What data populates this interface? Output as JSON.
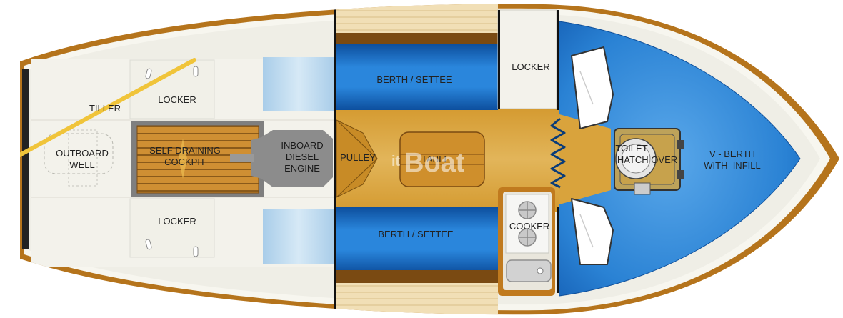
{
  "labels": {
    "tiller": "TILLER",
    "locker_port_aft": "LOCKER",
    "locker_stbd_aft": "LOCKER",
    "locker_forward": "LOCKER",
    "outboard_well": [
      "OUTBOARD",
      "WELL"
    ],
    "cockpit": [
      "SELF DRAINING",
      "COCKPIT"
    ],
    "engine": [
      "INBOARD",
      "DIESEL",
      "ENGINE"
    ],
    "berth_top": "BERTH / SETTEE",
    "berth_bottom": "BERTH / SETTEE",
    "pulley": "PULLEY",
    "table": "TABLE",
    "cooker": "COOKER",
    "toilet": [
      "TOILET",
      "HATCH OVER"
    ],
    "vberth": [
      "V - BERTH",
      "WITH  INFILL"
    ]
  },
  "watermark": {
    "small": "it",
    "large": "Boat"
  },
  "colors": {
    "hull_outline": "#b5741c",
    "deck": "#f4f3ec",
    "cabin_sole": "#d8a23d",
    "berth_blue": "#1b72c6",
    "vberth_blue": "#2f86d8",
    "cushion_light": "#c4def0",
    "cockpit_teak": "#c98a2c",
    "engine_grey": "#8c8c8c"
  }
}
